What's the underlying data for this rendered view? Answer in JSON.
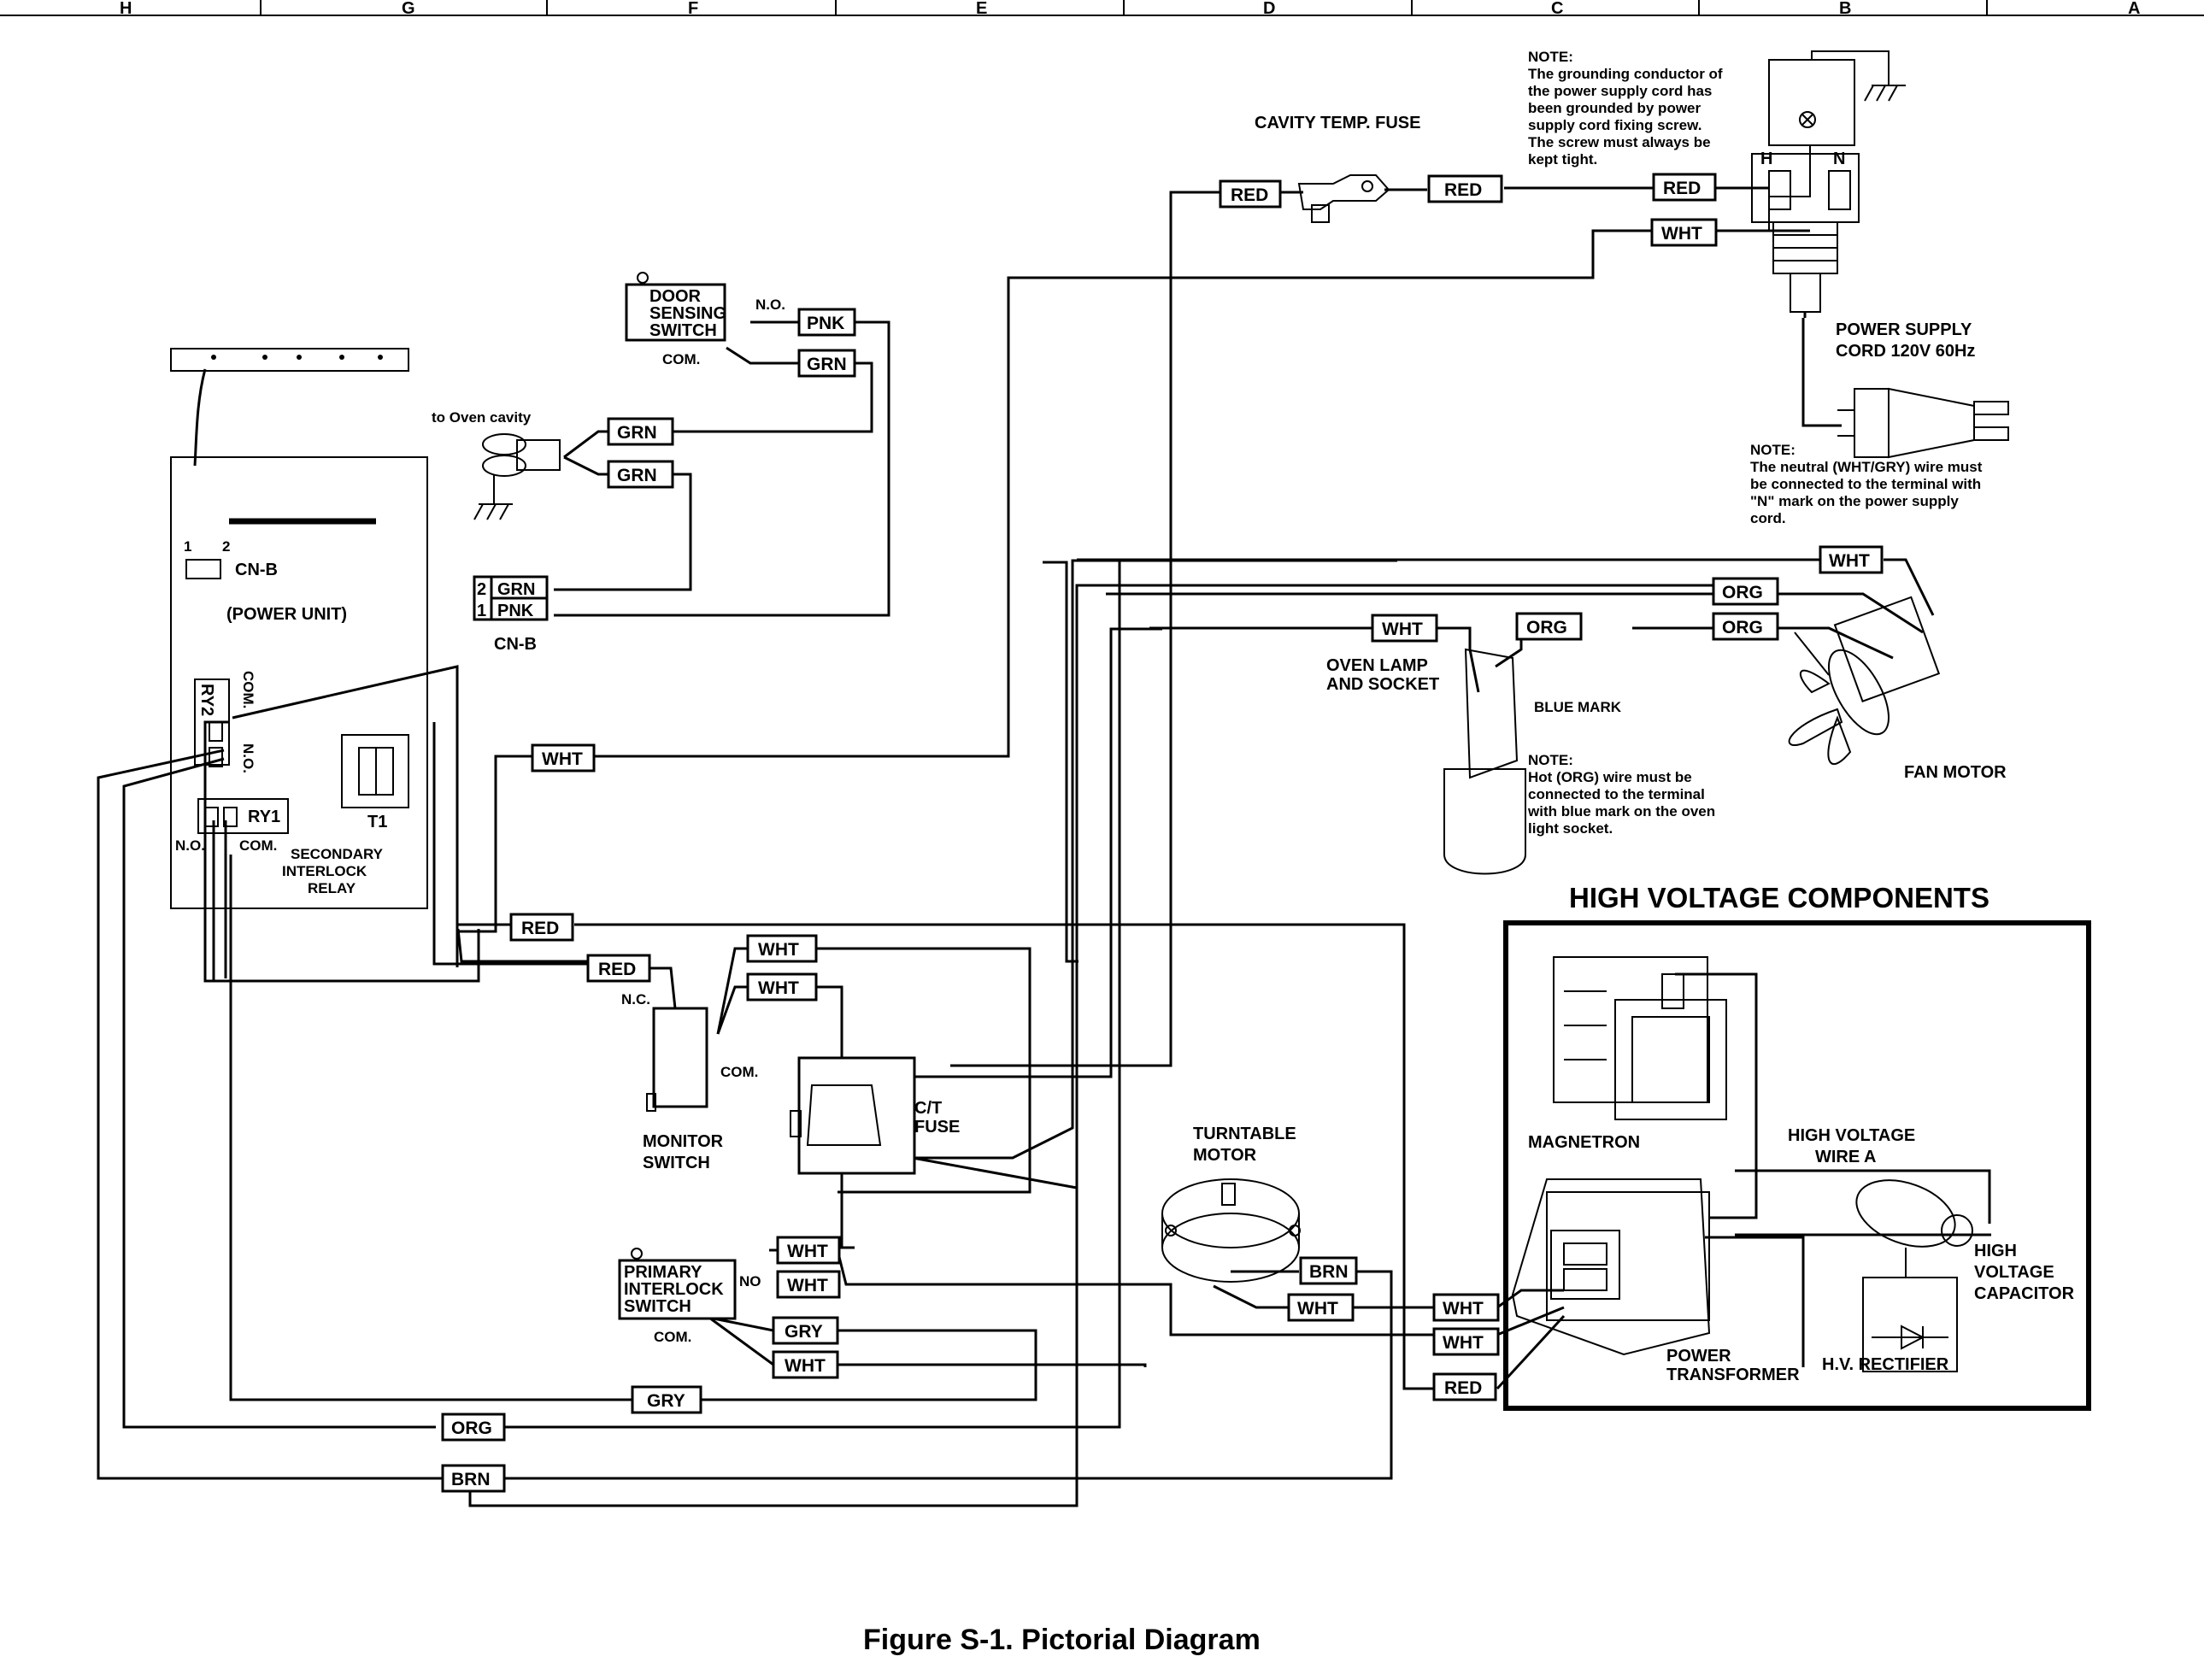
{
  "grid_letters": [
    "H",
    "G",
    "F",
    "E",
    "D",
    "C",
    "B",
    "A"
  ],
  "components": {
    "cavity_temp_fuse": "CAVITY TEMP. FUSE",
    "door_sensing_switch": [
      "DOOR",
      "SENSING",
      "SWITCH"
    ],
    "no": "N.O.",
    "com": "COM.",
    "to_oven_cavity": "to Oven cavity",
    "cn_b": "CN-B",
    "power_unit": "(POWER UNIT)",
    "pin1": "1",
    "pin2": "2",
    "ry2": "RY2",
    "ry1": "RY1",
    "t1": "T1",
    "secondary_interlock_relay": [
      "SECONDARY",
      "INTERLOCK",
      "RELAY"
    ],
    "nc": "N.C.",
    "monitor_switch": [
      "MONITOR",
      "SWITCH"
    ],
    "ct_fuse": [
      "C/T",
      "FUSE"
    ],
    "primary_interlock_switch": [
      "PRIMARY",
      "INTERLOCK",
      "SWITCH"
    ],
    "no2": "NO",
    "turntable_motor": [
      "TURNTABLE",
      "MOTOR"
    ],
    "power_supply_cord": [
      "POWER SUPPLY",
      "CORD 120V 60Hz"
    ],
    "h": "H",
    "n": "N",
    "oven_lamp": [
      "OVEN LAMP",
      "AND SOCKET"
    ],
    "blue_mark": "BLUE MARK",
    "fan_motor": "FAN MOTOR",
    "magnetron": "MAGNETRON",
    "hv_wire_a": [
      "HIGH VOLTAGE",
      "WIRE A"
    ],
    "hv_capacitor": [
      "HIGH",
      "VOLTAGE",
      "CAPACITOR"
    ],
    "hv_rectifier": "H.V. RECTIFIER",
    "power_transformer": [
      "POWER",
      "TRANSFORMER"
    ]
  },
  "wire_tags": {
    "red1": "RED",
    "red2": "RED",
    "red3": "RED",
    "wht_top": "WHT",
    "pnk": "PNK",
    "grn_door": "GRN",
    "grn_cav1": "GRN",
    "grn_cav2": "GRN",
    "cn_grn": "GRN",
    "cn_pnk": "PNK",
    "cn_num2": "2",
    "cn_num1": "1",
    "wht_pu": "WHT",
    "red_pu": "RED",
    "red_mon": "RED",
    "wht_mon1": "WHT",
    "wht_mon2": "WHT",
    "wht_pri1": "WHT",
    "wht_pri2": "WHT",
    "gry_pri": "GRY",
    "wht_pri3": "WHT",
    "gry_bot": "GRY",
    "org_bot": "ORG",
    "brn_bot": "BRN",
    "wht_fan": "WHT",
    "org_fan1": "ORG",
    "org_fan2": "ORG",
    "wht_lamp": "WHT",
    "org_lamp": "ORG",
    "brn_tt": "BRN",
    "wht_tt": "WHT",
    "wht_hv1": "WHT",
    "wht_hv2": "WHT",
    "red_hv": "RED"
  },
  "notes": {
    "grounding": [
      "NOTE:",
      "The grounding conductor of",
      "the power supply cord has",
      "been grounded by power",
      "supply cord fixing screw.",
      "The screw must always be",
      "kept tight."
    ],
    "neutral": [
      "NOTE:",
      "The neutral (WHT/GRY) wire must",
      "be connected to the terminal with",
      "\"N\" mark on the power supply",
      "cord."
    ],
    "hot": [
      "NOTE:",
      "Hot (ORG) wire must be",
      "connected to the terminal",
      "with blue mark on the oven",
      "light socket."
    ]
  },
  "high_voltage_title": "HIGH VOLTAGE COMPONENTS",
  "caption": "Figure S-1. Pictorial Diagram"
}
